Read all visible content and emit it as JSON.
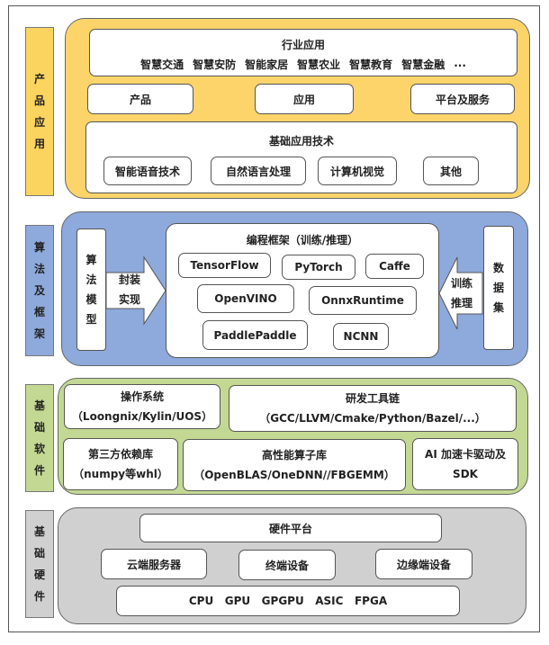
{
  "colors": {
    "product_layer": "#fcd46a",
    "product_label": "#fbd35f",
    "algo_layer": "#8ea9db",
    "algo_label": "#8ea9db",
    "software_layer": "#c3d993",
    "software_label": "#c3d993",
    "hardware_layer": "#d0d0d0",
    "hardware_label": "#d0d0d0"
  },
  "product": {
    "label": "产品应用",
    "industry_title": "行业应用",
    "industry_items": [
      "智慧交通",
      "智慧安防",
      "智能家居",
      "智慧农业",
      "智慧教育",
      "智慧金融",
      "..."
    ],
    "mid_items": [
      "产品",
      "应用",
      "平台及服务"
    ],
    "tech_title": "基础应用技术",
    "tech_items": [
      "智能语音技术",
      "自然语言处理",
      "计算机视觉",
      "其他"
    ]
  },
  "algo": {
    "label": "算法及框架",
    "left_box": "算法模型",
    "left_arrow": [
      "封装",
      "实现"
    ],
    "frame_title": "编程框架（训练/推理）",
    "frameworks": [
      "TensorFlow",
      "PyTorch",
      "Caffe",
      "OpenVINO",
      "OnnxRuntime",
      "PaddlePaddle",
      "NCNN"
    ],
    "right_arrow": [
      "训练",
      "推理"
    ],
    "right_box": "数据集"
  },
  "software": {
    "label": "基础软件",
    "os_title": "操作系统",
    "os_detail": "（Loongnix/Kylin/UOS）",
    "tools_title": "研发工具链",
    "tools_detail": "（GCC/LLVM/Cmake/Python/Bazel/...）",
    "deps_title": "第三方依赖库",
    "deps_detail": "（numpy等whl）",
    "ops_title": "高性能算子库",
    "ops_detail": "（OpenBLAS/OneDNN//FBGEMM）",
    "ai_title": "AI 加速卡驱动及",
    "ai_detail": "SDK"
  },
  "hardware": {
    "label": "基础硬件",
    "platform": "硬件平台",
    "devices": [
      "云端服务器",
      "终端设备",
      "边缘端设备"
    ],
    "chips": "CPU   GPU   GPGPU   ASIC   FPGA"
  }
}
